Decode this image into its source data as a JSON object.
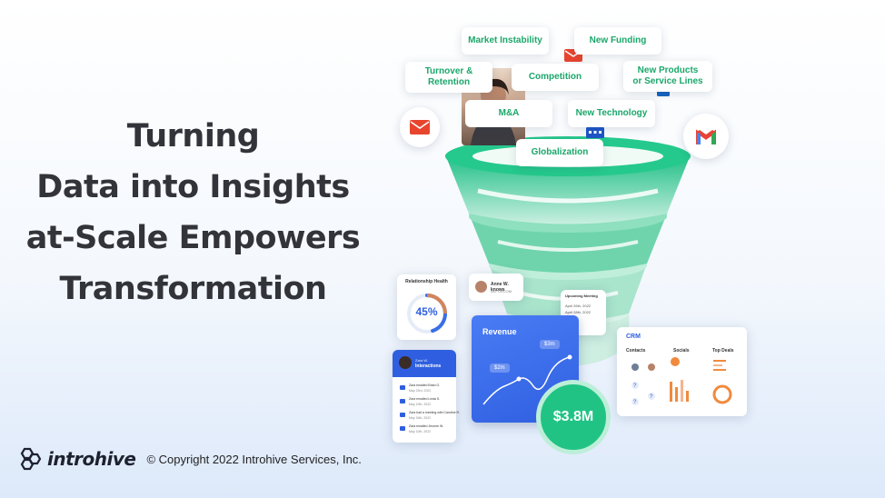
{
  "slide": {
    "headline": [
      "Turning",
      "Data into Insights",
      "at-Scale Empowers",
      "Transformation"
    ],
    "logo_text": "introhive",
    "copyright": "© Copyright 2022 Introhive Services, Inc."
  },
  "funnel_labels": {
    "market_instability": "Market Instability",
    "new_funding": "New Funding",
    "turnover_1": "Turnover &",
    "turnover_2": "Retention",
    "competition": "Competition",
    "new_products_1": "New Products",
    "new_products_2": "or Service Lines",
    "mna": "M&A",
    "new_technology": "New Technology",
    "globalization": "Globalization"
  },
  "cards": {
    "relationship_health": {
      "title": "Relationship Health",
      "value": "45%",
      "percent": 45
    },
    "anne": {
      "name": "Anne W. knows",
      "sub": "AKFORCOM"
    },
    "upcoming": {
      "title": "Upcoming Meeting",
      "date1": "April 26th, 2022",
      "date2": "April 28th, 2022"
    },
    "interactions": {
      "header_line1": "Zara W.",
      "header_line2": "Interactions",
      "items": [
        {
          "text": "Zara emailed Brian G.",
          "date": "May 23rd, 2022"
        },
        {
          "text": "Zara emailed Linda S.",
          "date": "May 19th, 2022"
        },
        {
          "text": "Zara had a meeting with Caroline R.",
          "date": "May 16th, 2022"
        },
        {
          "text": "Zara emailed Jerome W.",
          "date": "May 10th, 2022"
        }
      ]
    },
    "revenue": {
      "title": "Revenue",
      "tag1": "$3m",
      "tag2": "$2m",
      "total": "$3.8M"
    },
    "crm": {
      "title": "CRM",
      "col1": "Contacts",
      "col2": "Socials",
      "col3": "Top Deals"
    }
  },
  "colors": {
    "accent_green": "#1aa76a",
    "funnel_top": "#1fbf86",
    "funnel_bottom": "#c9efe0",
    "revenue_blue": "#2f5fe0",
    "headline": "#33333a"
  },
  "icons": [
    "email-icon",
    "gmail-icon",
    "outlook-icon",
    "calendar-icon",
    "introhive-logo-icon"
  ]
}
